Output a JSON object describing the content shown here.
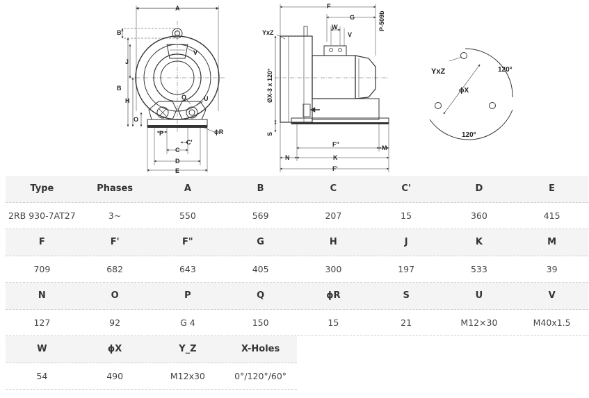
{
  "drawing": {
    "front_labels": {
      "A": "A",
      "B_prime": "B'",
      "J": "J",
      "V": "V",
      "B": "B",
      "H": "H",
      "Q": "Q",
      "U": "U",
      "O": "O",
      "P": "P",
      "phiR": "ϕR",
      "C_prime": "C'",
      "C": "C",
      "D": "D",
      "E": "E"
    },
    "side_labels": {
      "F": "F",
      "G": "G",
      "P509b": "P-509b",
      "YxZ": "YxZ",
      "W": "W",
      "V": "V",
      "X3": "ØX-3 x 120°",
      "S": "S",
      "F2": "F\"",
      "M": "M",
      "N": "N",
      "K": "K",
      "F1": "F'"
    },
    "flange_labels": {
      "YxZ": "YxZ",
      "angle_top": "120°",
      "phiX": "ϕX",
      "angle_bottom": "120°"
    }
  },
  "table": {
    "rows": [
      {
        "headers": [
          "Type",
          "Phases",
          "A",
          "B",
          "C",
          "C'",
          "D",
          "E"
        ],
        "values": [
          "2RB 930-7AT27",
          "3~",
          "550",
          "569",
          "207",
          "15",
          "360",
          "415"
        ]
      },
      {
        "headers": [
          "F",
          "F'",
          "F\"",
          "G",
          "H",
          "J",
          "K",
          "M"
        ],
        "values": [
          "709",
          "682",
          "643",
          "405",
          "300",
          "197",
          "533",
          "39"
        ]
      },
      {
        "headers": [
          "N",
          "O",
          "P",
          "Q",
          "ϕR",
          "S",
          "U",
          "V"
        ],
        "values": [
          "127",
          "92",
          "G 4",
          "150",
          "15",
          "21",
          "M12×30",
          "M40x1.5"
        ]
      },
      {
        "headers": [
          "W",
          "ϕX",
          "Y_Z",
          "X-Holes"
        ],
        "values": [
          "54",
          "490",
          "M12x30",
          "0°/120°/60°"
        ]
      }
    ]
  }
}
